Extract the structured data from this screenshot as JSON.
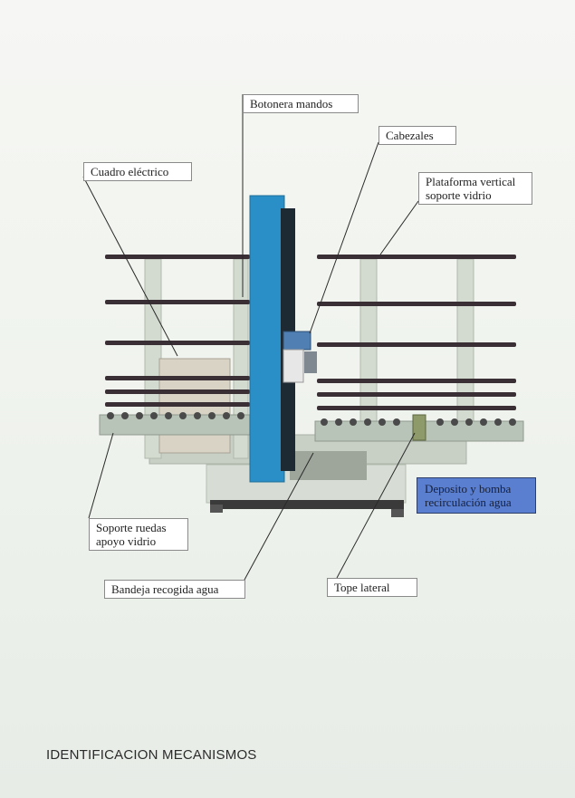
{
  "labels": {
    "botonera": "Botonera mandos",
    "cabezales": "Cabezales",
    "cuadro": "Cuadro eléctrico",
    "plataforma_line1": "Plataforma vertical",
    "plataforma_line2": "soporte vidrio",
    "deposito_line1": "Deposito y bomba",
    "deposito_line2": "recirculación agua",
    "soporte_line1": "Soporte ruedas",
    "soporte_line2": "apoyo vidrio",
    "bandeja": "Bandeja recogida agua",
    "tope": "Tope lateral"
  },
  "footer": "IDENTIFICACION MECANISMOS",
  "colors": {
    "column_blue": "#2a8fc6",
    "label_blue": "#5a7fd0",
    "frame": "#c9d2c6",
    "rods": "#3a2f35"
  }
}
